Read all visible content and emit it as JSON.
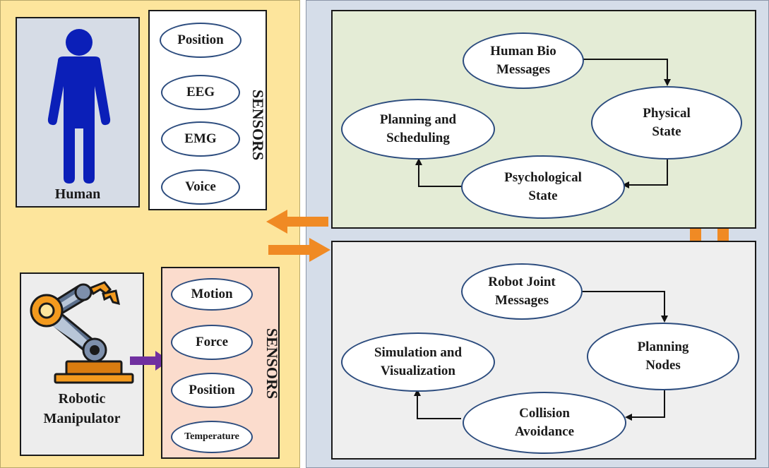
{
  "human": {
    "label": "Human"
  },
  "human_sensors": {
    "title": "SENSORS",
    "items": [
      "Position",
      "EEG",
      "EMG",
      "Voice"
    ]
  },
  "robot": {
    "label_line1": "Robotic",
    "label_line2": "Manipulator"
  },
  "robot_sensors": {
    "title": "SENSORS",
    "items": [
      "Motion",
      "Force",
      "Position",
      "Temperature"
    ]
  },
  "human_cycle": {
    "top": [
      "Human Bio",
      "Messages"
    ],
    "right": [
      "Physical",
      "State"
    ],
    "bottom": [
      "Psychological",
      "State"
    ],
    "left": [
      "Planning and",
      "Scheduling"
    ]
  },
  "robot_cycle": {
    "top": [
      "Robot Joint",
      "Messages"
    ],
    "right": [
      "Planning",
      "Nodes"
    ],
    "bottom": [
      "Collision",
      "Avoidance"
    ],
    "left": [
      "Simulation and",
      "Visualization"
    ]
  },
  "colors": {
    "left_panel": "#fde59c",
    "right_panel": "#d5dde9",
    "human_figure": "#0b1fb8",
    "ellipse_border": "#2c4c7e",
    "orange_arrow": "#f08a24",
    "purple_arrow": "#7030a0",
    "robot_orange": "#f39a1e",
    "robot_blue": "#5b6f8c"
  },
  "icons": [
    "human-figure-icon",
    "robot-arm-icon"
  ]
}
